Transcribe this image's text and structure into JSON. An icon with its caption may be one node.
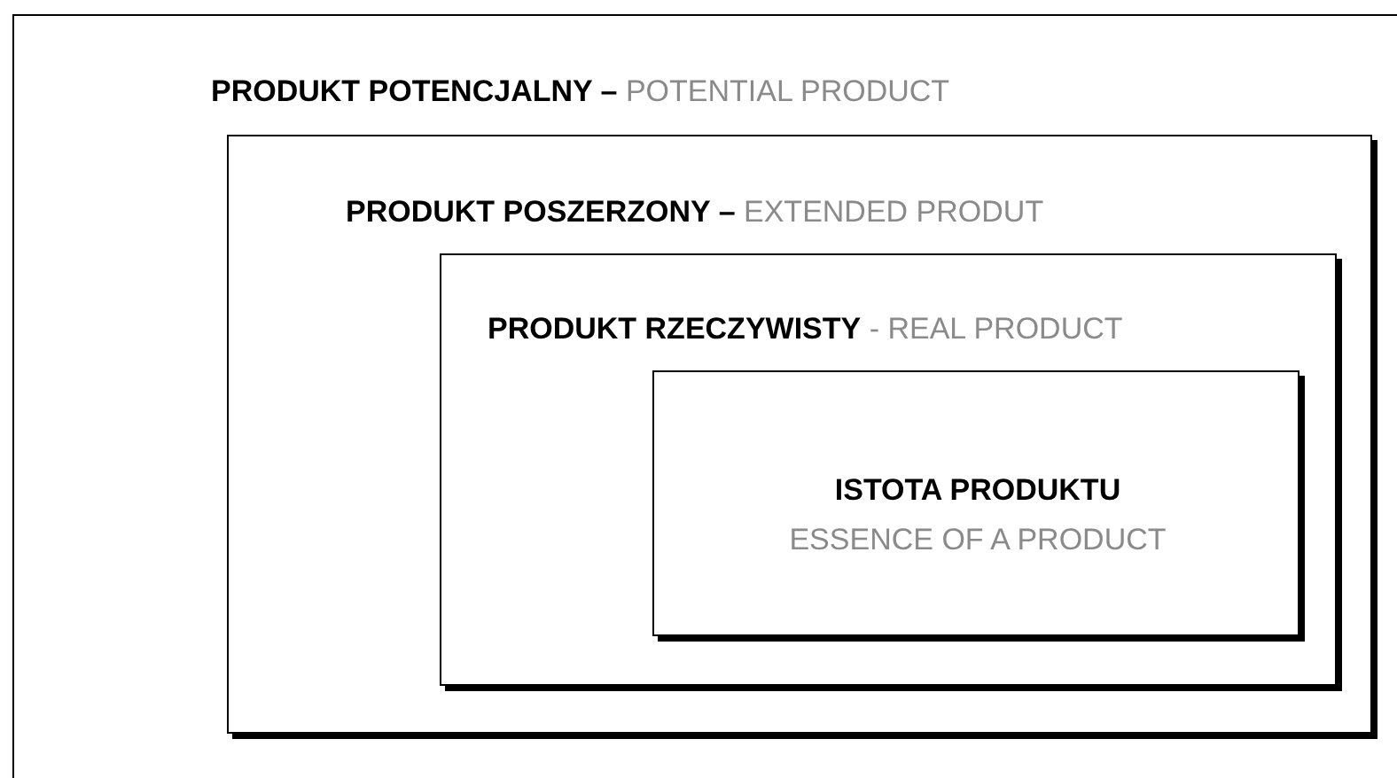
{
  "diagram": {
    "nodes": [
      {
        "text": [
          "**PRODUKT POTENCJALNY –** POTENTIAL PRODUCT"
        ]
      },
      {
        "text": [
          "**PRODUKT POSZERZONY –** EXTENDED PRODUT"
        ],
        "in": 0
      },
      {
        "text": [
          "**PRODUKT RZECZYWISTY** - REAL PRODUCT"
        ],
        "in": 1
      },
      {
        "text": [
          "ISTOTA PRODUKTU",
          "ESSENCE OF A PRODUCT"
        ],
        "in": 2
      }
    ]
  }
}
